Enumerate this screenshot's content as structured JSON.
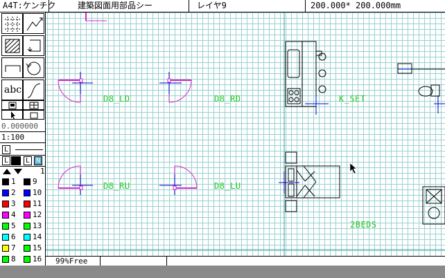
{
  "titlebar": {
    "paper": "A4T:ケンチク",
    "file": "建築図面用部品シー",
    "layer": "レイヤ9",
    "size": "200.000* 200.000mm"
  },
  "toolbar": {
    "text_tool_label": "abc",
    "coord_value": "0.000000",
    "scale": "1:100",
    "line_label_1": "L",
    "line_label_2": "L",
    "line_label_3": "L",
    "line_label_n": "N",
    "page_number": "1"
  },
  "palette": {
    "colors": [
      {
        "num": "1",
        "hex": "#000000"
      },
      {
        "num": "9",
        "hex": "#000000"
      },
      {
        "num": "2",
        "hex": "#0000ff"
      },
      {
        "num": "10",
        "hex": "#0000ff"
      },
      {
        "num": "3",
        "hex": "#ff0000"
      },
      {
        "num": "11",
        "hex": "#ff0000"
      },
      {
        "num": "4",
        "hex": "#ff00ff"
      },
      {
        "num": "12",
        "hex": "#ff00ff"
      },
      {
        "num": "5",
        "hex": "#00ff00"
      },
      {
        "num": "13",
        "hex": "#00ff00"
      },
      {
        "num": "6",
        "hex": "#00ffff"
      },
      {
        "num": "14",
        "hex": "#00ffff"
      },
      {
        "num": "7",
        "hex": "#ffff00"
      },
      {
        "num": "15",
        "hex": "#00ff00"
      },
      {
        "num": "8",
        "hex": "#00ff00"
      },
      {
        "num": "16",
        "hex": "#00ff00"
      }
    ]
  },
  "canvas": {
    "labels": {
      "d8_ld": "D8_LD",
      "d8_rd": "D8_RD",
      "k_set": "K_SET",
      "d8_ru": "D8_RU",
      "d8_lu": "D8_LU",
      "beds": "2BEDS"
    },
    "label_color": "#22cc22",
    "door_color": "#dd22cc",
    "axis_color": "#0000cc"
  },
  "status": {
    "memory": "99%Free"
  }
}
